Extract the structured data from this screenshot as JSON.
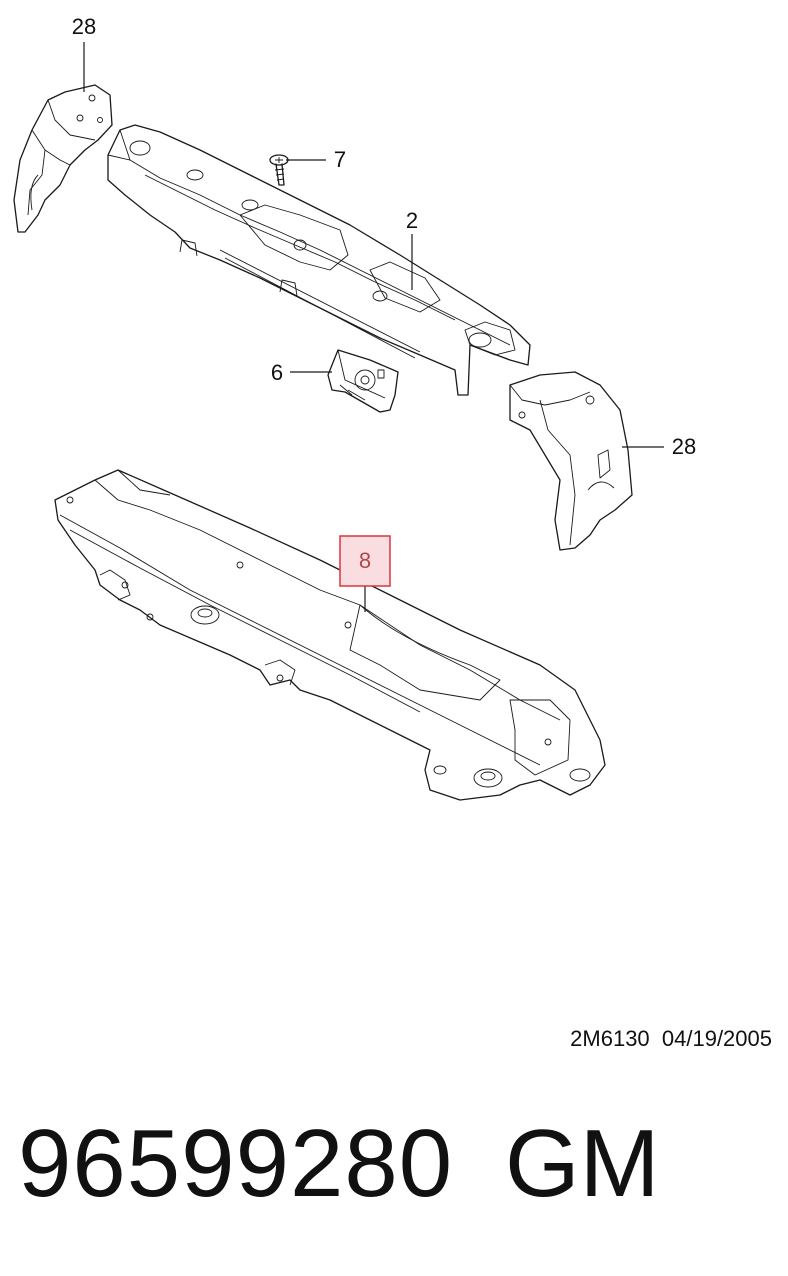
{
  "callouts": {
    "bracket_left": "28",
    "screw": "7",
    "upper_tie_bar": "2",
    "latch_bracket": "6",
    "bracket_right": "28",
    "lower_crossmember": "8"
  },
  "highlight_color": "#f9dde0",
  "highlight_border": "#d9363e",
  "diagram_code": "2M6130  04/19/2005",
  "part_number": "96599280",
  "brand": "GM"
}
